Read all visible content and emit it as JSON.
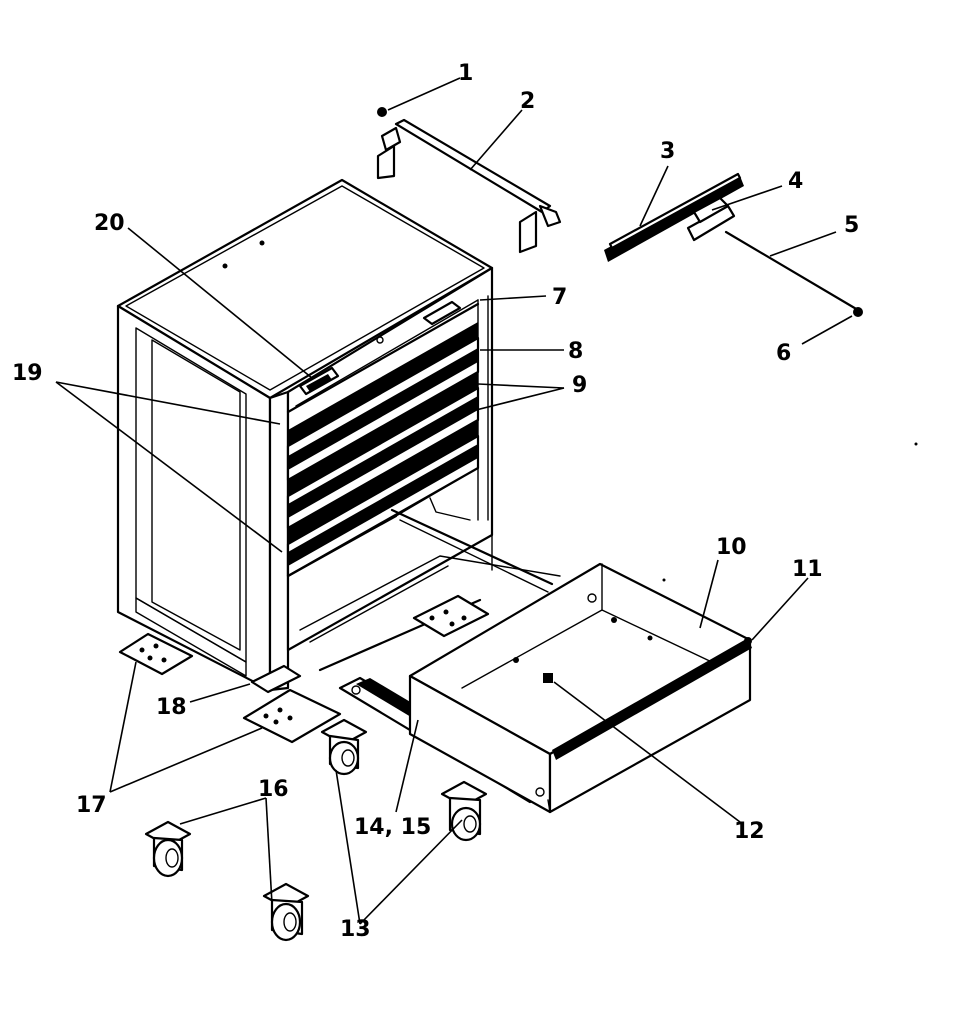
{
  "diagram": {
    "labels": {
      "l1": "1",
      "l2": "2",
      "l3": "3",
      "l4": "4",
      "l5": "5",
      "l6": "6",
      "l7": "7",
      "l8": "8",
      "l9": "9",
      "l10": "10",
      "l11": "11",
      "l12": "12",
      "l13": "13",
      "l14_15": "14, 15",
      "l16": "16",
      "l17": "17",
      "l18": "18",
      "l19": "19",
      "l20": "20"
    }
  }
}
